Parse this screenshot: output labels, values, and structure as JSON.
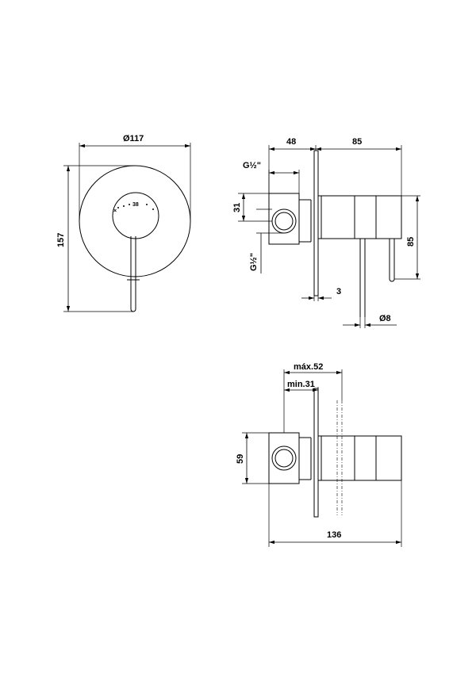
{
  "front_view": {
    "diameter_label": "Ø117",
    "height_label": "157",
    "dial_label": "38"
  },
  "side_view": {
    "width_left_label": "48",
    "width_right_label": "85",
    "thread_top_label": "G½\"",
    "thread_bottom_label": "G½\"",
    "port_spacing_label": "31",
    "body_height_label": "85",
    "plate_thickness_label": "3",
    "lever_diameter_label": "Ø8"
  },
  "bottom_view": {
    "max_depth_label": "máx.52",
    "min_depth_label": "min.31",
    "height_label": "59",
    "total_length_label": "136"
  }
}
